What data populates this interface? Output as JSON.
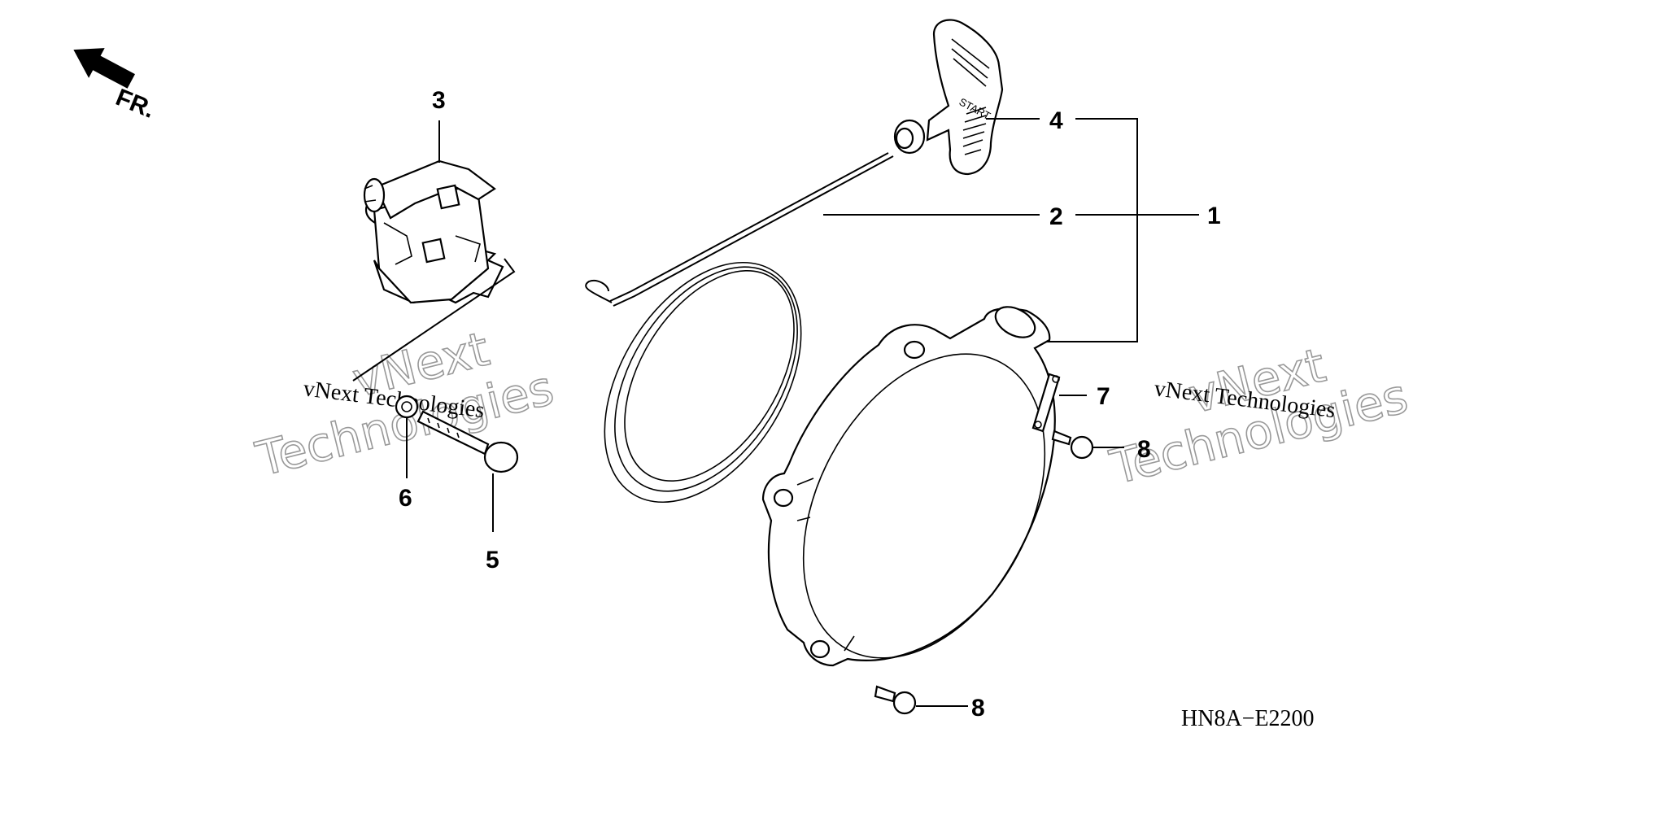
{
  "orientation": {
    "label": "FR."
  },
  "callouts": {
    "c1": "1",
    "c2": "2",
    "c3": "3",
    "c4": "4",
    "c5": "5",
    "c6": "6",
    "c7": "7",
    "c8a": "8",
    "c8b": "8"
  },
  "handle_text": "START",
  "diagram_code": "HN8A−E2200",
  "watermark": {
    "line1": "vNext",
    "line2": "Technologies",
    "small": "vNext Technologies"
  }
}
